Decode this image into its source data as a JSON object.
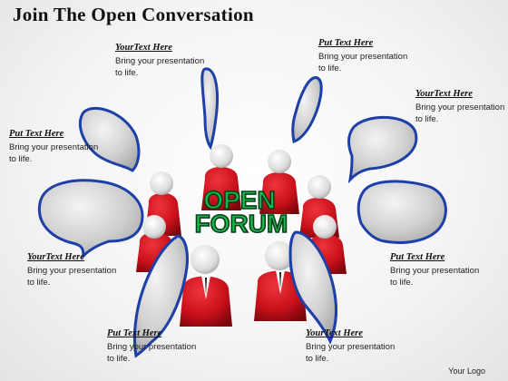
{
  "title": "Join The Open Conversation",
  "center_sign": [
    "OPEN",
    "FORUM"
  ],
  "text_boxes": [
    {
      "id": "top-center-left",
      "heading": "YourText Here",
      "body": "Bring your presentation to life."
    },
    {
      "id": "top-center-right",
      "heading": "Put Text Here",
      "body": "Bring your presentation to life."
    },
    {
      "id": "top-right",
      "heading": "YourText Here",
      "body": "Bring your presentation to life."
    },
    {
      "id": "upper-left",
      "heading": "Put Text Here",
      "body": "Bring your presentation to life."
    },
    {
      "id": "lower-left",
      "heading": "YourText Here",
      "body": "Bring your presentation to life."
    },
    {
      "id": "lower-right",
      "heading": "Put Text Here",
      "body": "Bring your presentation to life."
    },
    {
      "id": "bottom-left",
      "heading": "Put Text Here",
      "body": "Bring your presentation to life."
    },
    {
      "id": "bottom-right",
      "heading": "YourText Here",
      "body": "Bring your presentation to life."
    }
  ],
  "footer_logo": "Your Logo",
  "colors": {
    "bubble_border": "#1d3fa8",
    "bubble_fill": "#cfcfcf",
    "figure_body": "#c8101a",
    "sign_green": "#19b84a"
  }
}
